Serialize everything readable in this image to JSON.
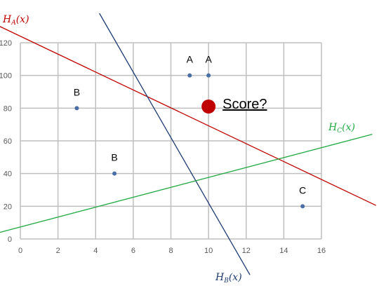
{
  "chart_data": {
    "type": "scatter",
    "xlim": [
      0,
      16
    ],
    "ylim": [
      0,
      120
    ],
    "x_ticks": [
      0,
      2,
      4,
      6,
      8,
      10,
      12,
      14,
      16
    ],
    "y_ticks": [
      0,
      20,
      40,
      60,
      80,
      100,
      120
    ],
    "grid": true,
    "points": [
      {
        "x": 9,
        "y": 100,
        "label": "A"
      },
      {
        "x": 10,
        "y": 100,
        "label": "A"
      },
      {
        "x": 3,
        "y": 80,
        "label": "B"
      },
      {
        "x": 5,
        "y": 40,
        "label": "B"
      },
      {
        "x": 15,
        "y": 20,
        "label": "C"
      }
    ],
    "query_point": {
      "x": 10,
      "y": 81,
      "label": "Score?",
      "color": "#c00000"
    },
    "lines": [
      {
        "name": "H",
        "sub": "A",
        "color": "#c00000",
        "from": [
          -1.1,
          130
        ],
        "to": [
          18.9,
          20.5
        ]
      },
      {
        "name": "H",
        "sub": "B",
        "color": "#1f3b73",
        "from": [
          4.2,
          138
        ],
        "to": [
          12.2,
          -22
        ]
      },
      {
        "name": "H",
        "sub": "C",
        "color": "#22aa44",
        "from": [
          -1.1,
          4
        ],
        "to": [
          18.7,
          64
        ]
      }
    ],
    "colors": {
      "point": "#4a6fa5",
      "grid": "#bfbfbf",
      "axis_text": "#595959"
    }
  }
}
